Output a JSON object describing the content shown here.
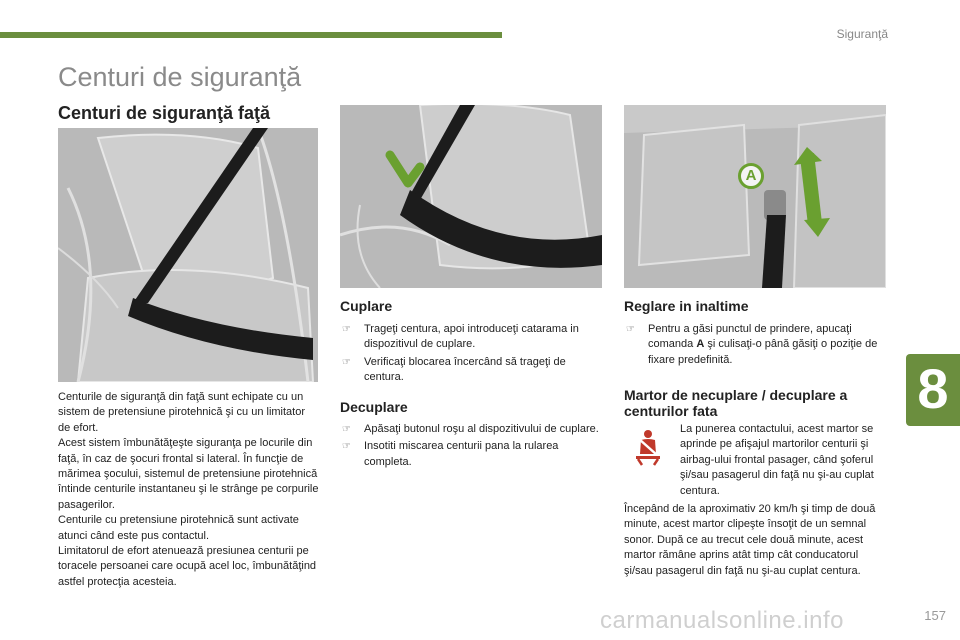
{
  "header": {
    "section": "Siguranţă"
  },
  "title": "Centuri de siguranţă",
  "subtitle": "Centuri de siguranţă faţă",
  "intro": {
    "p1": "Centurile de siguranţă din faţă sunt echipate cu un sistem de pretensiune pirotehnică şi cu un limitator de efort.",
    "p2": "Acest sistem îmbunătăţeşte siguranţa pe locurile din faţă, în caz de şocuri frontal si lateral. În funcţie de mărimea şocului, sistemul de pretensiune pirotehnică întinde centurile instantaneu şi le strânge pe corpurile pasagerilor.",
    "p3": "Centurile cu pretensiune pirotehnică sunt activate atunci când este pus contactul.",
    "p4": "Limitatorul de efort atenuează presiunea centurii pe toracele persoanei care ocupă acel loc, îmbunătăţind astfel protecţia acesteia."
  },
  "cuplare": {
    "title": "Cuplare",
    "items": [
      "Trageţi centura, apoi introduceţi catarama in dispozitivul de cuplare.",
      "Verificaţi blocarea încercând să trageţi de centura."
    ]
  },
  "decuplare": {
    "title": "Decuplare",
    "items": [
      "Apăsaţi butonul roşu al dispozitivului de cuplare.",
      "Insotiti miscarea centurii pana la rularea completa."
    ]
  },
  "reglare": {
    "title": "Reglare in inaltime",
    "item_pre": "Pentru a găsi punctul de prindere, apucaţi comanda ",
    "item_bold": "A",
    "item_post": " şi culisaţi-o până găsiţi o poziţie de fixare predefinită.",
    "label_a": "A"
  },
  "martor": {
    "title": "Martor de necuplare / decuplare a centurilor fata",
    "text1": "La punerea contactului, acest martor se aprinde pe afişajul martorilor centurii şi airbag-ului frontal pasager, când şoferul şi/sau pasagerul din faţă nu şi-au cuplat centura.",
    "text2": "Începând de la aproximativ 20 km/h şi timp de două minute, acest martor clipeşte însoţit de un semnal sonor. După ce au trecut cele două minute, acest martor rămâne aprins atât timp cât conducatorul şi/sau pasagerul din faţă nu şi-au cuplat centura."
  },
  "chapter": "8",
  "page_number": "157",
  "bullet_glyph": "",
  "watermark": "carmanualsonline.info",
  "colors": {
    "accent": "#6b8e3e",
    "warning_icon": "#c0392b",
    "arrow_green": "#6aa030"
  }
}
